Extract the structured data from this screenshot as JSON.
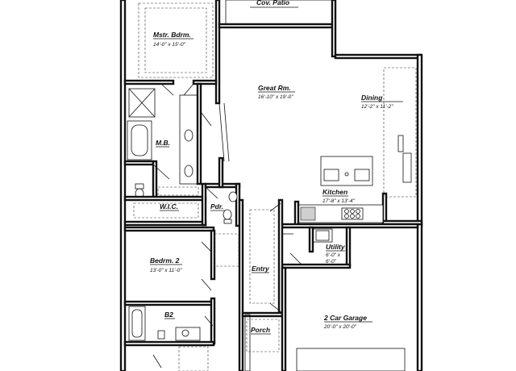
{
  "rooms": {
    "cov_patio": {
      "name": "Cov. Patio"
    },
    "mstr_bdrm": {
      "name": "Mstr. Bdrm.",
      "dim": "14'-0\" x 15'-0\""
    },
    "great_rm": {
      "name": "Great Rm.",
      "dim": "16'-10\" x 19'-0\""
    },
    "dining": {
      "name": "Dining",
      "dim": "12'-2\" x 11'-2\""
    },
    "mb": {
      "name": "M.B."
    },
    "kitchen": {
      "name": "Kitchen",
      "dim": "17'-8\" x 13'-4\""
    },
    "wic": {
      "name": "W.I.C."
    },
    "pdr": {
      "name": "Pdr."
    },
    "utility": {
      "name": "Utility",
      "dim1": "6'-0\" x",
      "dim2": "6'-0\""
    },
    "bedrm2": {
      "name": "Bedrm. 2",
      "dim": "13'-0\" x 11'-0\""
    },
    "entry": {
      "name": "Entry"
    },
    "b2": {
      "name": "B2"
    },
    "garage": {
      "name": "2 Car Garage",
      "dim": "20'-0\" x 20'-0\""
    },
    "porch": {
      "name": "Porch"
    }
  }
}
